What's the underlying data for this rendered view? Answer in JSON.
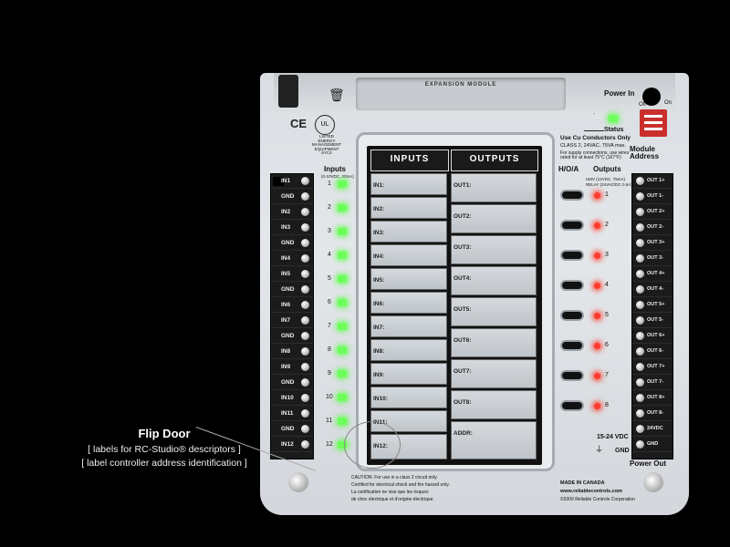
{
  "annotation": {
    "title": "Flip Door",
    "line1": "[ labels for RC-Studio® descriptors ]",
    "line2": "[ label controller address identification ]"
  },
  "device": {
    "module_name": "EXPANSION MODULE",
    "power_in": "Power In",
    "power_off": "Off",
    "power_on": "On",
    "status": "Status",
    "module_address": "Module Address",
    "conductors_note": "Use Cu Conductors Only",
    "class_note": "CLASS 2, 24VAC, 75VA max.",
    "supply_note": "For supply connections, use wires rated for at least 75°C (167°F)",
    "inputs_label": "Inputs",
    "inputs_range": "(0-10VDC, 20mA)",
    "hoa": "H/O/A",
    "outputs_label": "Outputs",
    "umv": "UMV (12VDC, 75mA)",
    "relay": "RELAY (24VAC/DC 0.5A)",
    "vdc": "15-24 VDC",
    "gnd": "GND",
    "power_out": "Power Out",
    "made_in": "MADE IN CANADA",
    "website": "www.reliablecontrols.com",
    "copyright": "©2009 Reliable Controls Corporation",
    "caution1": "CAUTION: For use in a class 2 circuit only.",
    "caution2": "Certified for electrical shock and fire hazard only.",
    "caution3": "La certification ne vise que les risques",
    "caution4": "de choc électrique et d'origine électrique.",
    "listed": "LISTED ENERGY MANAGEMENT EQUIPMENT 6YC4"
  },
  "door": {
    "inputs_header": "INPUTS",
    "outputs_header": "OUTPUTS",
    "inputs": [
      "IN1:",
      "IN2:",
      "IN3:",
      "IN4:",
      "IN5:",
      "IN6:",
      "IN7:",
      "IN8:",
      "IN9:",
      "IN10:",
      "IN11:",
      "IN12:"
    ],
    "outputs": [
      "OUT1:",
      "OUT2:",
      "OUT3:",
      "OUT4:",
      "OUT5:",
      "OUT6:",
      "OUT7:",
      "OUT8:",
      "ADDR:"
    ]
  },
  "left_terminals": [
    "IN1",
    "GND",
    "IN2",
    "IN3",
    "GND",
    "IN4",
    "IN5",
    "GND",
    "IN6",
    "IN7",
    "GND",
    "IN8",
    "IN9",
    "GND",
    "IN10",
    "IN11",
    "GND",
    "IN12"
  ],
  "right_terminals": [
    "OUT 1+",
    "OUT 1-",
    "OUT 2+",
    "OUT 2-",
    "OUT 3+",
    "OUT 3-",
    "OUT 4+",
    "OUT 4-",
    "OUT 5+",
    "OUT 5-",
    "OUT 6+",
    "OUT 6-",
    "OUT 7+",
    "OUT 7-",
    "OUT 8+",
    "OUT 8-",
    "24VDC",
    "GND"
  ],
  "input_numbers": [
    "1",
    "2",
    "3",
    "4",
    "5",
    "6",
    "7",
    "8",
    "9",
    "10",
    "11",
    "12"
  ],
  "output_numbers": [
    "1",
    "2",
    "3",
    "4",
    "5",
    "6",
    "7",
    "8"
  ],
  "colors": {
    "input_led": "#6cff5a",
    "output_led": "#ff3b2f",
    "dip_switch": "#c9302c"
  }
}
